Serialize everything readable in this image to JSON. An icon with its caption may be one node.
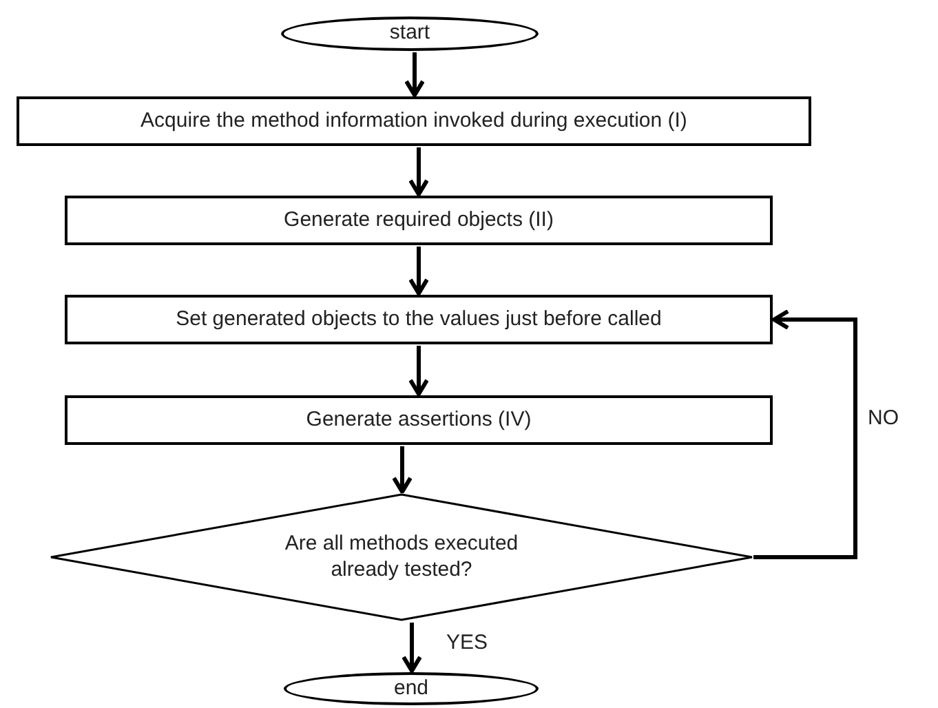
{
  "diagram": {
    "nodes": [
      {
        "text": [
          "start"
        ]
      },
      {
        "text": [
          "Acquire the method information invoked during execution (I)"
        ]
      },
      {
        "text": [
          "Generate required objects (II)"
        ]
      },
      {
        "text": [
          "Set generated objects to the values just before called"
        ]
      },
      {
        "text": [
          "Generate assertions (IV)"
        ]
      },
      {
        "text": [
          "Are all methods executed already tested?"
        ]
      },
      {
        "text": [
          "end"
        ]
      }
    ],
    "edges": [
      {
        "from": 0,
        "to": 1,
        "arrow": "to"
      },
      {
        "from": 1,
        "to": 2,
        "arrow": "to"
      },
      {
        "from": 2,
        "to": 3,
        "arrow": "to"
      },
      {
        "from": 3,
        "to": 4,
        "arrow": "to"
      },
      {
        "from": 4,
        "to": 5,
        "arrow": "to"
      },
      {
        "from": 5,
        "to": 6,
        "label": "YES",
        "arrow": "to"
      },
      {
        "from": 5,
        "to": 3,
        "label": "NO",
        "arrow": "to"
      }
    ]
  }
}
